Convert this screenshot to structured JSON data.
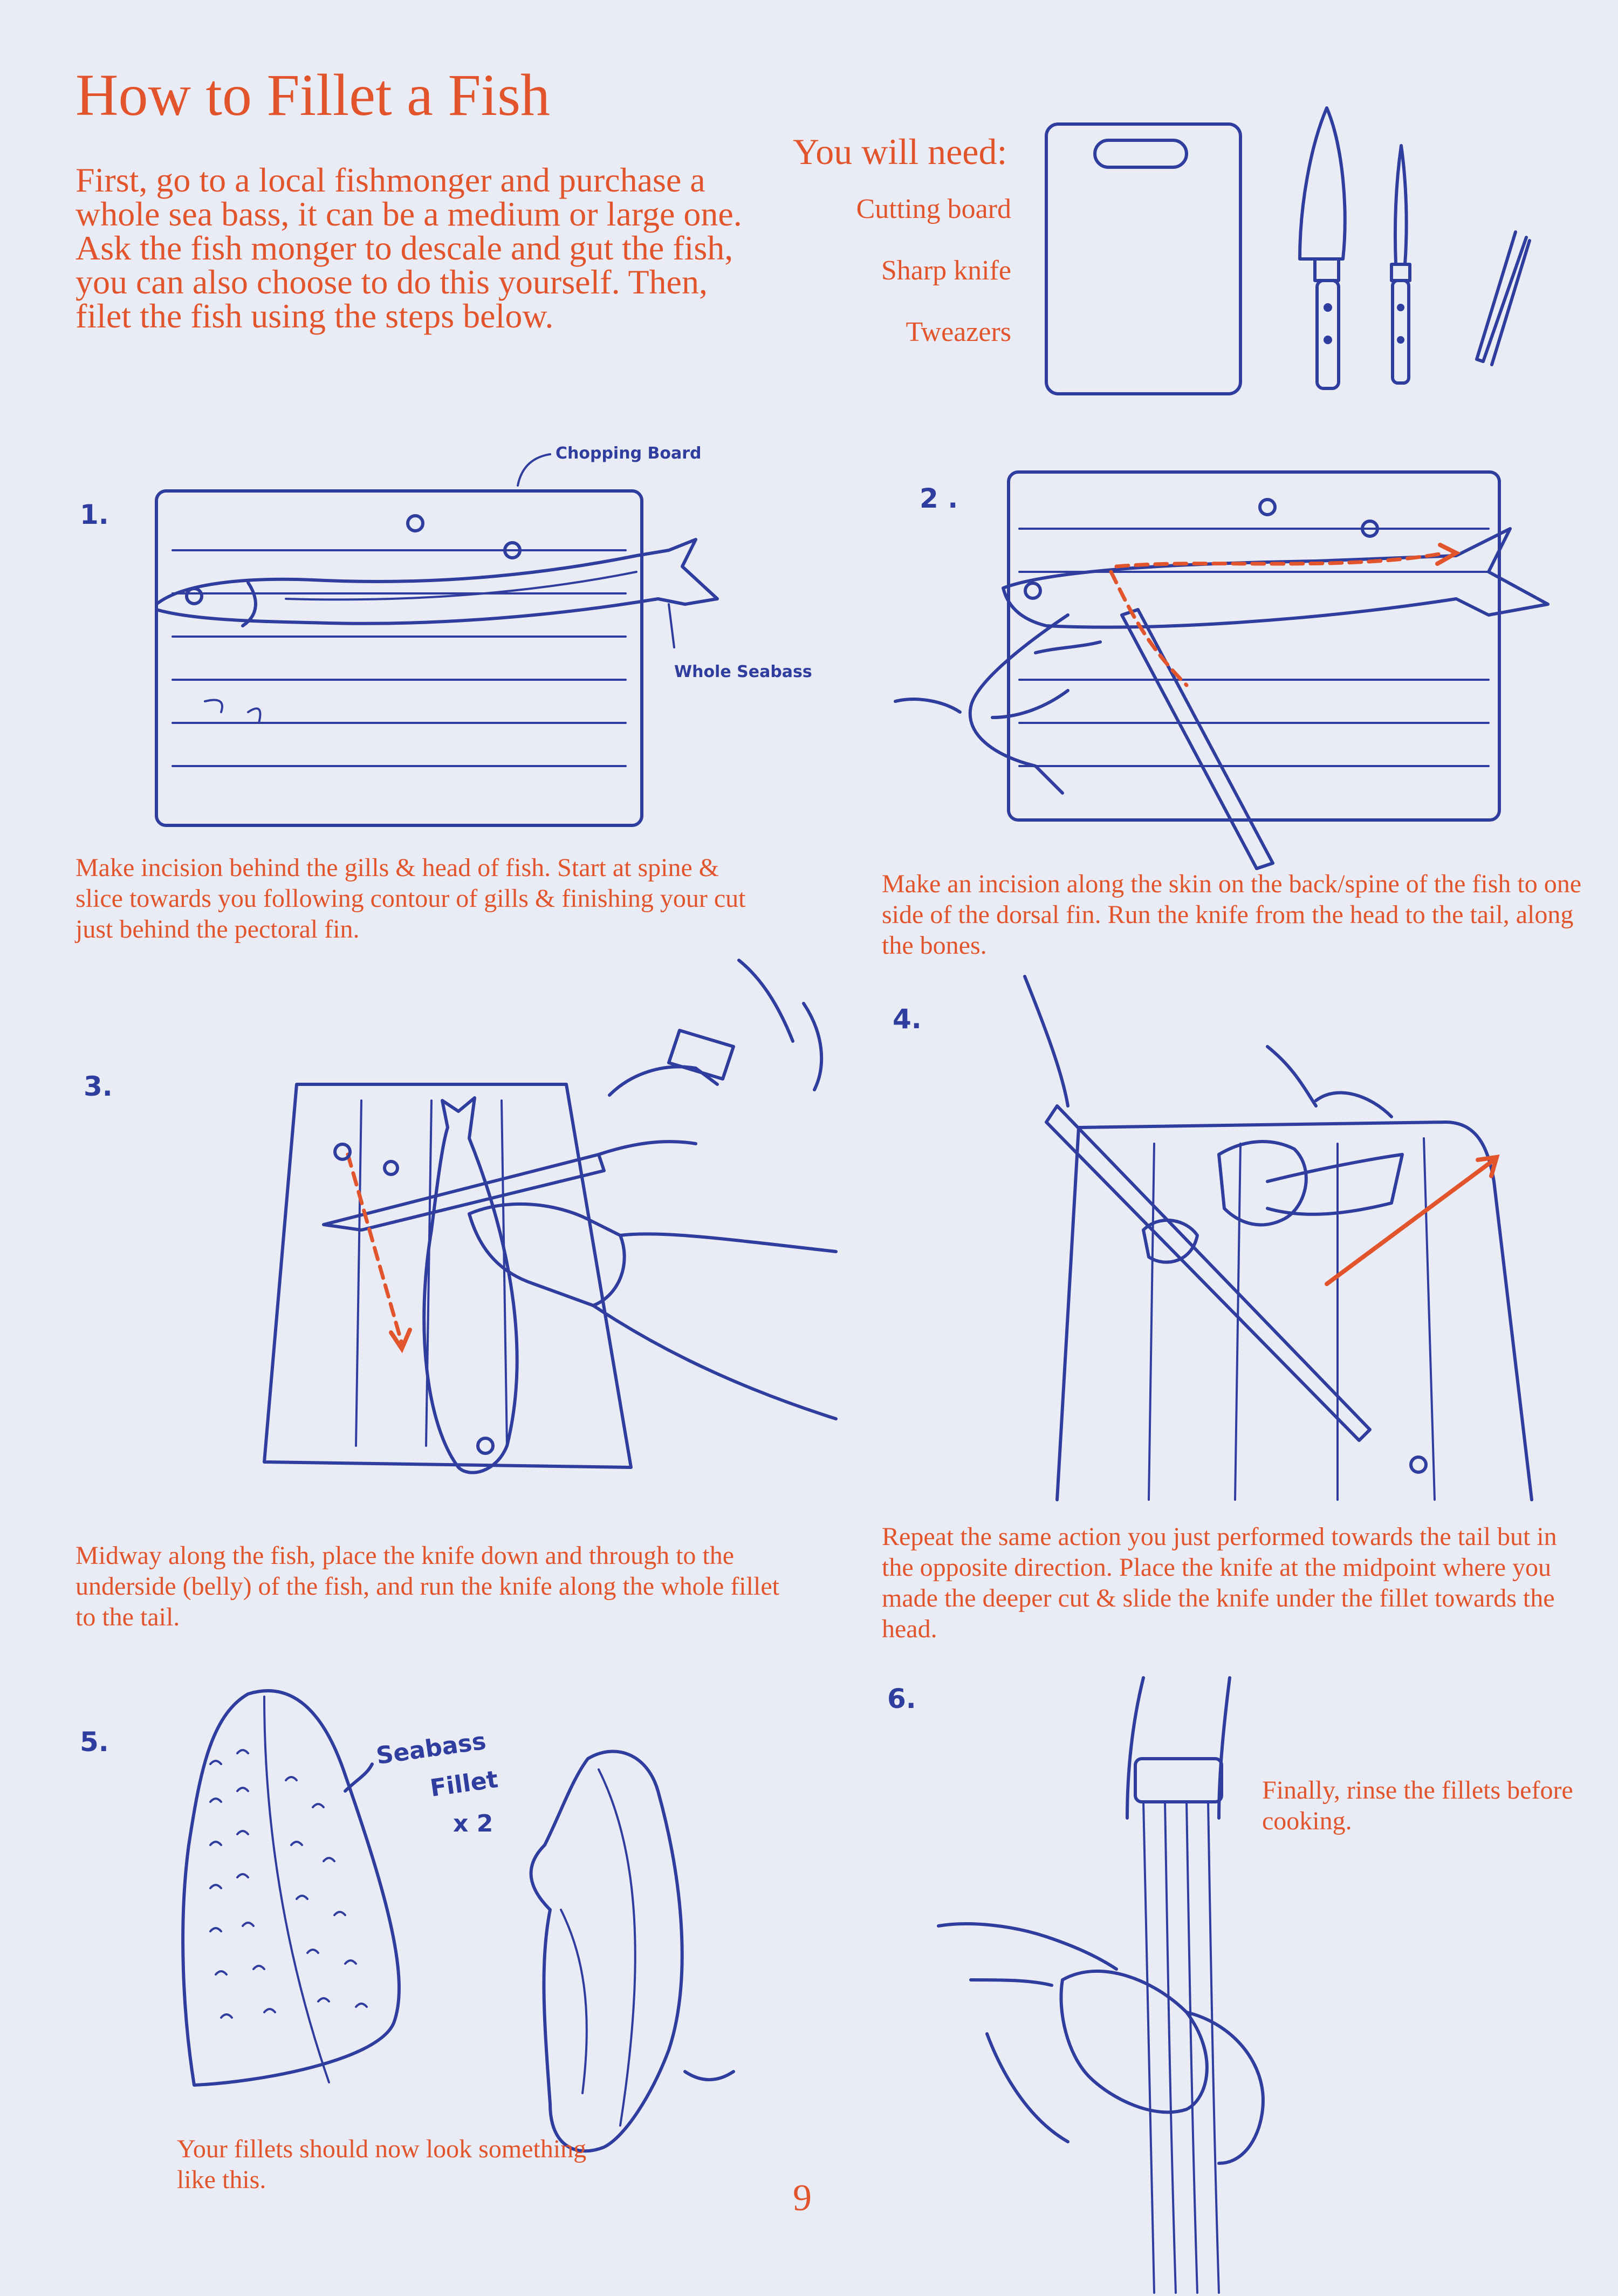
{
  "title": "How to Fillet a Fish",
  "intro": "First, go to a local fishmonger and purchase a whole sea bass, it can be a medium or large one. Ask the fish monger to descale and gut the fish, you can also choose to do this yourself. Then, filet the fish using the steps below.",
  "you_will_need": {
    "heading": "You will need:",
    "items": [
      "Cutting board",
      "Sharp knife",
      "Tweazers"
    ]
  },
  "steps": [
    {
      "number": "1.",
      "caption": "Make incision behind the gills & head of fish. Start at spine & slice towards you following contour of gills & finishing your cut just behind the pectoral fin.",
      "labels": [
        "Chopping Board",
        "Whole Seabass"
      ]
    },
    {
      "number": "2 .",
      "caption": "Make an incision along the skin on the back/spine of the fish to one side of the dorsal fin. Run the knife from the head to the tail, along the bones."
    },
    {
      "number": "3.",
      "caption": "Midway along the fish, place the knife down and through to the underside (belly) of the fish, and run the knife along the whole fillet to the tail."
    },
    {
      "number": "4.",
      "caption": "Repeat the same action you just performed towards the tail but in the opposite direction. Place the knife at the midpoint where you made the deeper cut & slide the knife under the fillet towards the head."
    },
    {
      "number": "5.",
      "caption": "Your fillets should now look something like this.",
      "labels": [
        "Seabass",
        "Fillet",
        "x 2"
      ]
    },
    {
      "number": "6.",
      "caption": "Finally, rinse the fillets before cooking."
    }
  ],
  "page_number": "9",
  "colors": {
    "accent": "#e2552c",
    "ink": "#2f3d9e",
    "background": "#e9ebf5"
  },
  "icons": [
    "cutting-board-icon",
    "chef-knife-icon",
    "fillet-knife-icon",
    "tweezers-icon"
  ]
}
